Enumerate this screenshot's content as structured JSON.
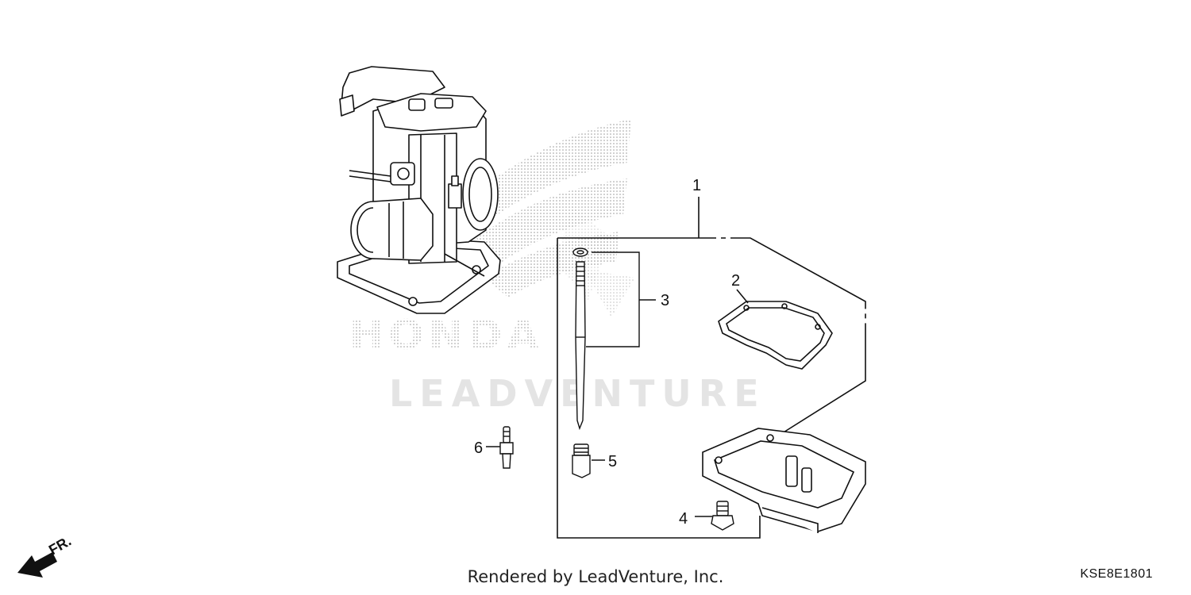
{
  "diagram": {
    "watermark_brand": "HONDA",
    "watermark_text": "LEADVENTURE",
    "direction_label": "FR.",
    "callouts": {
      "c1": "1",
      "c2": "2",
      "c3": "3",
      "c4": "4",
      "c5": "5",
      "c6": "6"
    }
  },
  "footer": {
    "rendered_by": "Rendered by LeadVenture, Inc.",
    "diagram_code": "KSE8E1801"
  }
}
